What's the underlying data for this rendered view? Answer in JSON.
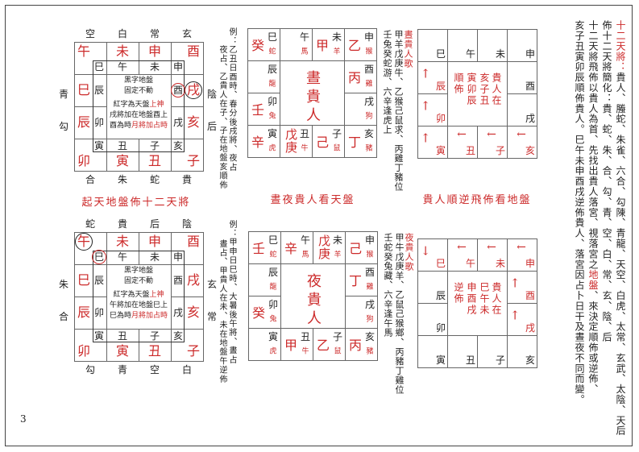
{
  "page_number": "3",
  "intro": {
    "columns": [
      [
        {
          "t": "十二天將：",
          "red": true
        },
        {
          "t": "貴人、螣蛇、朱雀、六合、勾陳、青龍、天空、白虎、太常、玄武、太陰、天后",
          "red": false
        }
      ],
      [
        {
          "t": "佈十二天將簡化：貴、蛇、朱、合、勾、青、空、白、常、玄、陰、后",
          "red": false
        }
      ],
      [
        {
          "t": "十二天將飛佈以貴人為首、先找出貴人落宮、視落宮之",
          "red": false
        },
        {
          "t": "地盤",
          "red": true
        },
        {
          "t": "、來決定順佈或逆佈、",
          "red": false
        }
      ],
      [
        {
          "t": "亥子丑寅卯辰順佈貴人。巳午未申酉戌逆佈貴人、落宮因占卜日干及晝夜不同而變。",
          "red": false
        }
      ]
    ]
  },
  "combined": [
    {
      "caption": "起天地盤佈十二天將",
      "generals_top": [
        "空",
        "白",
        "常",
        "玄"
      ],
      "generals_bottom": [
        "合",
        "朱",
        "蛇",
        "貴"
      ],
      "generals_left": [
        "青",
        "勾"
      ],
      "generals_right": [
        "陰",
        "后"
      ],
      "heaven_ring": [
        "午",
        "未",
        "申",
        "酉",
        "戌",
        "亥",
        "子",
        "丑",
        "寅",
        "卯",
        "辰",
        "巳"
      ],
      "earth_ring": [
        "巳",
        "午",
        "未",
        "申",
        "酉",
        "戌",
        "亥",
        "子",
        "丑",
        "寅",
        "卯",
        "辰"
      ],
      "heaven_circled": 4,
      "earth_circled": 4,
      "center_lines": [
        [
          {
            "t": "黑字地盤",
            "red": false
          }
        ],
        [
          {
            "t": "固定不動",
            "red": false
          }
        ],
        [
          {
            "t": "紅字為天盤",
            "red": false
          },
          {
            "t": "上神",
            "red": true
          }
        ],
        [
          {
            "t": "戌將加在地盤酉上",
            "red": false
          }
        ],
        [
          {
            "t": "酉為時",
            "red": false
          },
          {
            "t": "月將加占時",
            "red": true
          }
        ]
      ],
      "notes": [
        "例：乙丑日酉時、春分後戌將、夜占",
        "夜占、乙貴人在子、子在地盤亥順佈"
      ]
    },
    {
      "caption": "",
      "generals_top": [
        "蛇",
        "貴",
        "后",
        "陰"
      ],
      "generals_bottom": [
        "勾",
        "青",
        "空",
        "白"
      ],
      "generals_left": [
        "朱",
        "合"
      ],
      "generals_right": [
        "玄",
        "常"
      ],
      "heaven_ring": [
        "午",
        "未",
        "申",
        "酉",
        "戌",
        "亥",
        "子",
        "丑",
        "寅",
        "卯",
        "辰",
        "巳"
      ],
      "earth_ring": [
        "巳",
        "午",
        "未",
        "申",
        "酉",
        "戌",
        "亥",
        "子",
        "丑",
        "寅",
        "卯",
        "辰"
      ],
      "heaven_circled": 0,
      "earth_circled": 0,
      "center_lines": [
        [
          {
            "t": "黑字地盤",
            "red": false
          }
        ],
        [
          {
            "t": "固定不動",
            "red": false
          }
        ],
        [
          {
            "t": "紅字為天盤",
            "red": false
          },
          {
            "t": "上神",
            "red": true
          }
        ],
        [
          {
            "t": "午將加在地盤巳上",
            "red": false
          }
        ],
        [
          {
            "t": "巳為時",
            "red": false
          },
          {
            "t": "月將加占時",
            "red": true
          }
        ]
      ],
      "notes": [
        "例：甲申日巳時、大暑後午將、晝占",
        "晝占、甲貴人在未、未在地盤午逆佈"
      ]
    }
  ],
  "heaven_charts": [
    {
      "caption": "晝夜貴人看天盤",
      "center": "晝貴人",
      "song_title": "晝貴人歌",
      "song_lines": [
        "甲羊戊庚牛、乙猴己鼠求、丙雞丁豬位",
        "壬兔癸蛇游、六辛逢虎上"
      ],
      "ring": [
        {
          "gan": "癸",
          "branch": "巳",
          "animal": "蛇"
        },
        {
          "gan": "",
          "branch": "午",
          "animal": "馬"
        },
        {
          "gan": "甲",
          "branch": "未",
          "animal": "羊"
        },
        {
          "gan": "乙",
          "branch": "申",
          "animal": "猴"
        },
        {
          "gan": "丙",
          "branch": "酉",
          "animal": "雞"
        },
        {
          "gan": "",
          "branch": "戌",
          "animal": "狗"
        },
        {
          "gan": "丁",
          "branch": "亥",
          "animal": "豬"
        },
        {
          "gan": "己",
          "branch": "子",
          "animal": "鼠"
        },
        {
          "gan": "戊庚",
          "branch": "丑",
          "animal": "牛"
        },
        {
          "gan": "辛",
          "branch": "寅",
          "animal": "虎"
        },
        {
          "gan": "壬",
          "branch": "卯",
          "animal": "兔"
        },
        {
          "gan": "",
          "branch": "辰",
          "animal": "龍"
        }
      ]
    },
    {
      "caption": "",
      "center": "夜貴人",
      "song_title": "夜貴人歌",
      "song_lines": [
        "甲牛戊庚羊、乙鼠己猴鄉、丙豬丁雞位",
        "壬蛇癸兔藏、六辛逢午馬"
      ],
      "ring": [
        {
          "gan": "壬",
          "branch": "巳",
          "animal": "蛇"
        },
        {
          "gan": "辛",
          "branch": "午",
          "animal": "馬"
        },
        {
          "gan": "戊庚",
          "branch": "未",
          "animal": "羊"
        },
        {
          "gan": "己",
          "branch": "申",
          "animal": "猴"
        },
        {
          "gan": "丁",
          "branch": "酉",
          "animal": "雞"
        },
        {
          "gan": "",
          "branch": "戌",
          "animal": "狗"
        },
        {
          "gan": "丙",
          "branch": "亥",
          "animal": "豬"
        },
        {
          "gan": "乙",
          "branch": "子",
          "animal": "鼠"
        },
        {
          "gan": "甲",
          "branch": "丑",
          "animal": "牛"
        },
        {
          "gan": "",
          "branch": "寅",
          "animal": "虎"
        },
        {
          "gan": "癸",
          "branch": "卯",
          "animal": "兔"
        },
        {
          "gan": "",
          "branch": "辰",
          "animal": "龍"
        }
      ]
    }
  ],
  "earth_charts": [
    {
      "caption": "貴人順逆飛佈看地盤",
      "center_cols": [
        "貴人在",
        "亥子丑",
        "寅卯辰",
        "順佈"
      ],
      "ring": [
        {
          "branch": "巳",
          "red": false,
          "arrow": ""
        },
        {
          "branch": "午",
          "red": false,
          "arrow": ""
        },
        {
          "branch": "未",
          "red": false,
          "arrow": ""
        },
        {
          "branch": "申",
          "red": false,
          "arrow": ""
        },
        {
          "branch": "酉",
          "red": false,
          "arrow": ""
        },
        {
          "branch": "戌",
          "red": false,
          "arrow": ""
        },
        {
          "branch": "亥",
          "red": true,
          "arrow": "left"
        },
        {
          "branch": "子",
          "red": true,
          "arrow": "left"
        },
        {
          "branch": "丑",
          "red": true,
          "arrow": "left"
        },
        {
          "branch": "寅",
          "red": true,
          "arrow": "up"
        },
        {
          "branch": "卯",
          "red": true,
          "arrow": "up"
        },
        {
          "branch": "辰",
          "red": true,
          "arrow": "up"
        }
      ]
    },
    {
      "caption": "",
      "center_cols": [
        "貴人在",
        "巳午未",
        "申酉戌",
        "逆佈"
      ],
      "ring": [
        {
          "branch": "巳",
          "red": true,
          "arrow": "down"
        },
        {
          "branch": "午",
          "red": true,
          "arrow": "left"
        },
        {
          "branch": "未",
          "red": true,
          "arrow": "left"
        },
        {
          "branch": "申",
          "red": true,
          "arrow": "left"
        },
        {
          "branch": "酉",
          "red": true,
          "arrow": "up"
        },
        {
          "branch": "戌",
          "red": true,
          "arrow": "up"
        },
        {
          "branch": "亥",
          "red": false,
          "arrow": ""
        },
        {
          "branch": "子",
          "red": false,
          "arrow": ""
        },
        {
          "branch": "丑",
          "red": false,
          "arrow": ""
        },
        {
          "branch": "寅",
          "red": false,
          "arrow": ""
        },
        {
          "branch": "卯",
          "red": false,
          "arrow": ""
        },
        {
          "branch": "辰",
          "red": false,
          "arrow": ""
        }
      ]
    }
  ]
}
